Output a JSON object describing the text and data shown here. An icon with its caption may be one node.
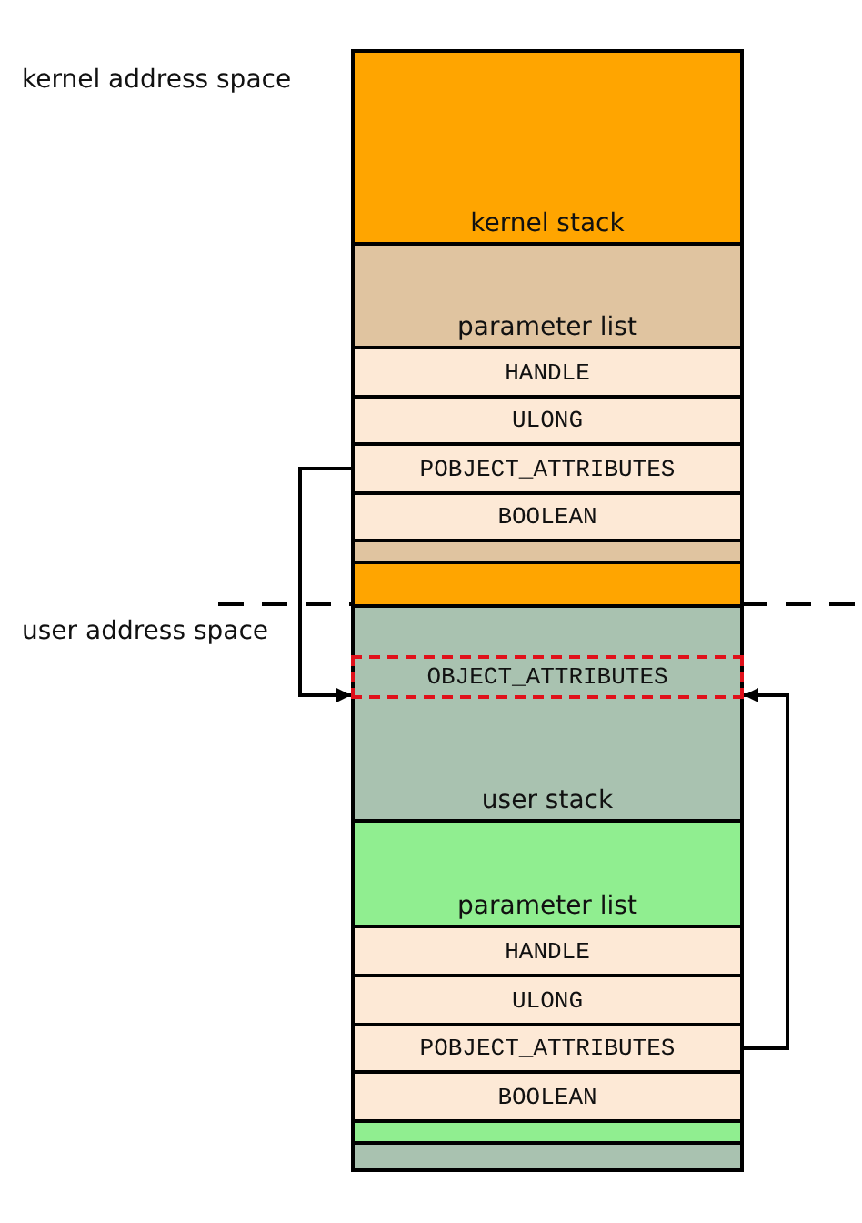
{
  "diagram": {
    "nodes": [
      {
        "text": [
          "kernel stack"
        ]
      },
      {
        "text": [
          "parameter list"
        ]
      },
      {
        "text": [
          "HANDLE"
        ]
      },
      {
        "text": [
          "ULONG"
        ]
      },
      {
        "text": [
          "POBJECT_ATTRIBUTES"
        ]
      },
      {
        "text": [
          "BOOLEAN"
        ]
      },
      {
        "text": [],
        "shape": "bar"
      },
      {
        "text": [],
        "shape": "bar"
      },
      {
        "text": [
          "user stack"
        ]
      },
      {
        "text": [
          "OBJECT_ATTRIBUTES"
        ],
        "in": 8
      },
      {
        "text": [
          "parameter list"
        ]
      },
      {
        "text": [
          "HANDLE"
        ]
      },
      {
        "text": [
          "ULONG"
        ]
      },
      {
        "text": [
          "POBJECT_ATTRIBUTES"
        ]
      },
      {
        "text": [
          "BOOLEAN"
        ]
      },
      {
        "text": [],
        "shape": "bar"
      },
      {
        "text": [],
        "shape": "bar"
      }
    ],
    "edges": [
      {
        "from": 4,
        "to": 9,
        "arrow": "to"
      },
      {
        "from": 13,
        "to": 9,
        "arrow": "to"
      }
    ],
    "labels": [
      "kernel address space",
      "user address space"
    ]
  }
}
